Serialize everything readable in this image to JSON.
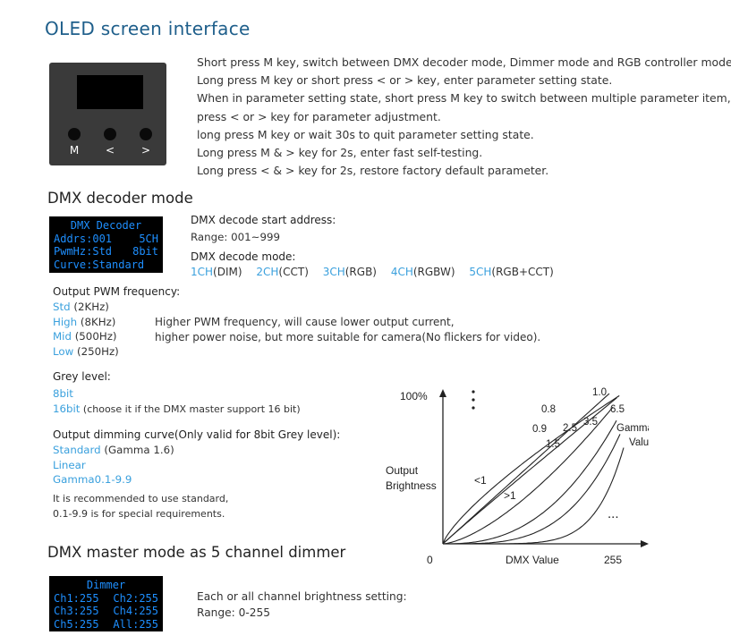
{
  "title": "OLED screen interface",
  "device": {
    "buttons": [
      "M",
      "<",
      ">"
    ]
  },
  "instructions": [
    "Short press M key, switch between DMX decoder mode, Dimmer mode and RGB controller mode.",
    "Long press M key or short press < or > key, enter parameter setting state.",
    "When in parameter setting state, short press M key to switch between multiple parameter item,",
    "press < or > key for parameter adjustment.",
    "long press M key or wait 30s to quit parameter setting state.",
    "Long press M & > key for 2s, enter fast self-testing.",
    "Long press < & > key for 2s, restore factory default parameter."
  ],
  "dmx_decoder": {
    "heading": "DMX decoder mode",
    "oled": {
      "title": "DMX Decoder",
      "rows": [
        [
          "Addrs:001",
          "5CH"
        ],
        [
          "PwmHz:Std",
          "8bit"
        ],
        [
          "Curve:Standard",
          ""
        ]
      ]
    },
    "start_address_label": "DMX decode start address:",
    "start_address_range": "Range: 001~999",
    "decode_mode_label": "DMX decode mode:",
    "modes": [
      {
        "code": "1CH",
        "desc": "(DIM)"
      },
      {
        "code": "2CH",
        "desc": "(CCT)"
      },
      {
        "code": "3CH",
        "desc": "(RGB)"
      },
      {
        "code": "4CH",
        "desc": "(RGBW)"
      },
      {
        "code": "5CH",
        "desc": "(RGB+CCT)"
      }
    ]
  },
  "pwm": {
    "label": "Output PWM frequency:",
    "options": [
      {
        "name": "Std",
        "value": "(2KHz)"
      },
      {
        "name": "High",
        "value": "(8KHz)"
      },
      {
        "name": "Mid",
        "value": "(500Hz)"
      },
      {
        "name": "Low",
        "value": "(250Hz)"
      }
    ],
    "note_line1": "Higher PWM frequency, will cause lower output current,",
    "note_line2": "higher power noise, but more suitable for camera(No flickers for video)."
  },
  "grey": {
    "label": "Grey level:",
    "opt1": "8bit",
    "opt2": "16bit",
    "opt2_note": " (choose it if the DMX master support 16 bit)"
  },
  "curve": {
    "label": "Output dimming curve(Only valid for 8bit Grey level):",
    "standard": "Standard",
    "standard_note": " (Gamma 1.6)",
    "linear": "Linear",
    "gamma": "Gamma0.1-9.9",
    "note_line1": "It is recommended to use standard,",
    "note_line2": "0.1-9.9 is for special requirements."
  },
  "chart_data": {
    "type": "line",
    "ylabel_top": "100%",
    "ylabel_line1": "Output",
    "ylabel_line2": "Brightness",
    "xlabel": "DMX Value",
    "x_start": "0",
    "x_end": "255",
    "xlim": [
      0,
      255
    ],
    "ylim": [
      0,
      1
    ],
    "legend_line1": "Gamma",
    "legend_line2": "Value",
    "region_below": "<1",
    "region_above": ">1",
    "more_marker": "...",
    "series": [
      {
        "name": "0.8",
        "gamma": 0.8
      },
      {
        "name": "0.9",
        "gamma": 0.9
      },
      {
        "name": "1.0",
        "gamma": 1.0
      },
      {
        "name": "1.5",
        "gamma": 1.5
      },
      {
        "name": "2.5",
        "gamma": 2.5
      },
      {
        "name": "3.5",
        "gamma": 3.5
      },
      {
        "name": "6.5",
        "gamma": 6.5
      }
    ]
  },
  "dimmer": {
    "heading": "DMX master mode as 5 channel dimmer",
    "oled": {
      "title": "Dimmer",
      "rows": [
        [
          "Ch1:255",
          "Ch2:255"
        ],
        [
          "Ch3:255",
          "Ch4:255"
        ],
        [
          "Ch5:255",
          "All:255"
        ]
      ]
    },
    "note_line1": "Each or all channel brightness setting:",
    "note_line2": "Range: 0-255"
  }
}
